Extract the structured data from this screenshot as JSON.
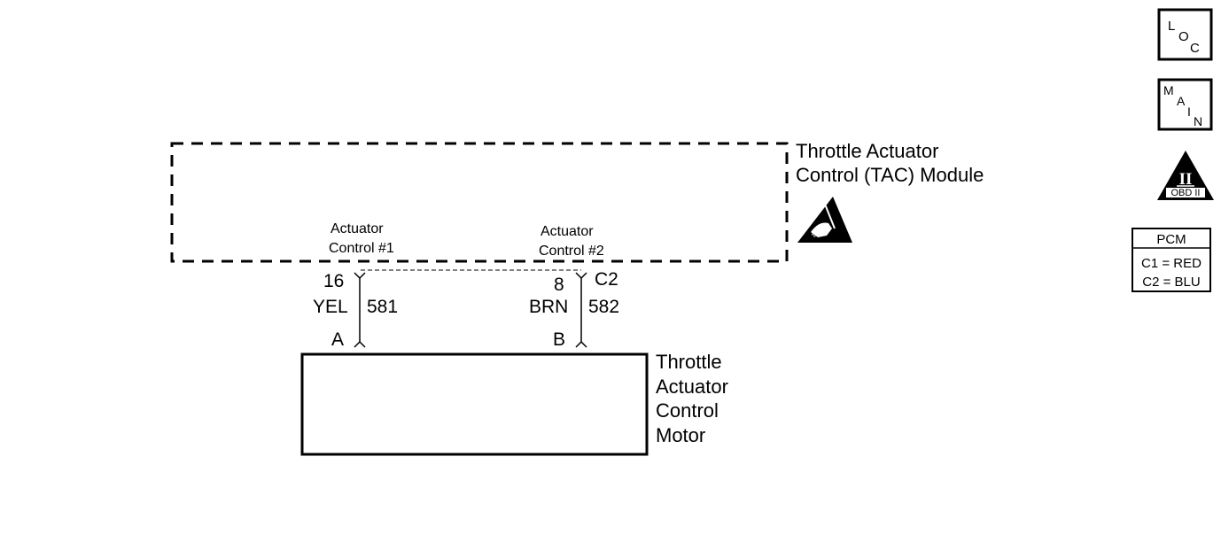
{
  "module": {
    "title_line1": "Throttle Actuator",
    "title_line2": "Control (TAC) Module",
    "pin1_label_line1": "Actuator",
    "pin1_label_line2": "Control #1",
    "pin2_label_line1": "Actuator",
    "pin2_label_line2": "Control #2"
  },
  "wires": [
    {
      "pin": "16",
      "color": "YEL",
      "circuit": "581",
      "motor_pin": "A"
    },
    {
      "pin": "8",
      "connector": "C2",
      "color": "BRN",
      "circuit": "582",
      "motor_pin": "B"
    }
  ],
  "motor": {
    "line1": "Throttle",
    "line2": "Actuator",
    "line3": "Control",
    "line4": "Motor"
  },
  "icons": {
    "loc": {
      "l": "L",
      "o": "O",
      "c": "C"
    },
    "main": {
      "m": "M",
      "a": "A",
      "i": "I",
      "n": "N"
    },
    "obd": {
      "numeral": "II",
      "label": "OBD II"
    },
    "pcm": {
      "title": "PCM",
      "line1": "C1 = RED",
      "line2": "C2 = BLU"
    }
  },
  "esd_icon": "esd-sensitive-icon"
}
